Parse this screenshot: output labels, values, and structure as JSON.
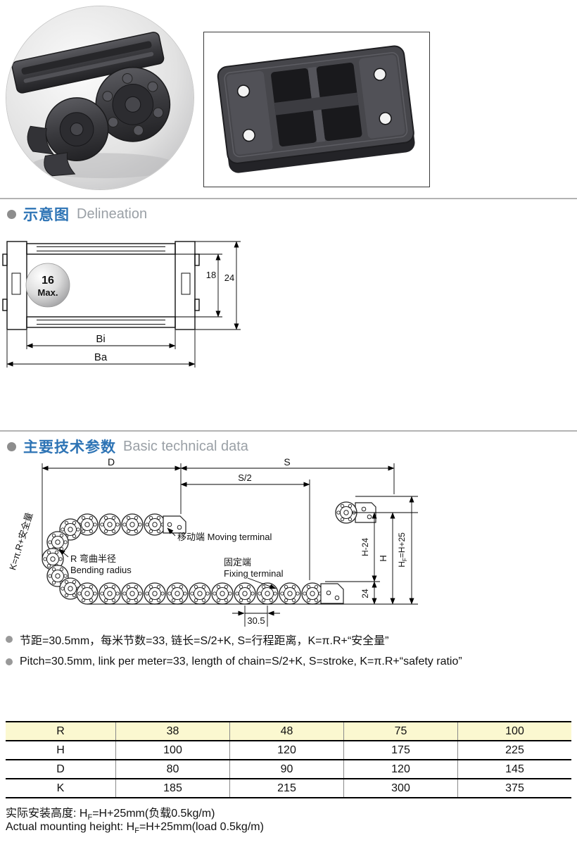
{
  "sections": {
    "s1": {
      "zh": "示意图",
      "en": "Delineation"
    },
    "s2": {
      "zh": "主要技术参数",
      "en": "Basic technical data"
    }
  },
  "delineation": {
    "ball_num": "16",
    "ball_max": "Max.",
    "dim_18": "18",
    "dim_24": "24",
    "dim_bi": "Bi",
    "dim_ba": "Ba"
  },
  "bend": {
    "dim_d": "D",
    "dim_s": "S",
    "dim_s2": "S/2",
    "k_formula": "K=π.R+安全量",
    "moving": "移动端 Moving terminal",
    "radius_zh": "R 弯曲半径",
    "radius_en": "Bending radius",
    "fixing_zh": "固定端",
    "fixing_en": "Fixing terminal",
    "h24": "H-24",
    "h": "H",
    "hf_h": "H",
    "hf_f": "F",
    "hf_rest": "=H+25",
    "d24": "24",
    "pitch": "30.5"
  },
  "notes": {
    "zh": "节距=30.5mm，每米节数=33, 链长=S/2+K, S=行程距离，K=π.R+“安全量”",
    "en": "Pitch=30.5mm, link per meter=33, length of chain=S/2+K, S=stroke, K=π.R+“safety ratio”"
  },
  "table": {
    "rows": [
      {
        "label": "R",
        "v": [
          "38",
          "48",
          "75",
          "100"
        ]
      },
      {
        "label": "H",
        "v": [
          "100",
          "120",
          "175",
          "225"
        ]
      },
      {
        "label": "D",
        "v": [
          "80",
          "90",
          "120",
          "145"
        ]
      },
      {
        "label": "K",
        "v": [
          "185",
          "215",
          "300",
          "375"
        ]
      }
    ]
  },
  "footer": {
    "zh_pre": "实际安装高度: H",
    "zh_sub": "F",
    "zh_post": "=H+25mm(负载0.5kg/m)",
    "en_pre": "Actual mounting height: H",
    "en_sub": "F",
    "en_post": "=H+25mm(load 0.5kg/m)"
  },
  "colors": {
    "accent_blue": "#2e74b5",
    "header_gray": "#9aa0a6",
    "table_header_bg": "#fbf8d0"
  }
}
